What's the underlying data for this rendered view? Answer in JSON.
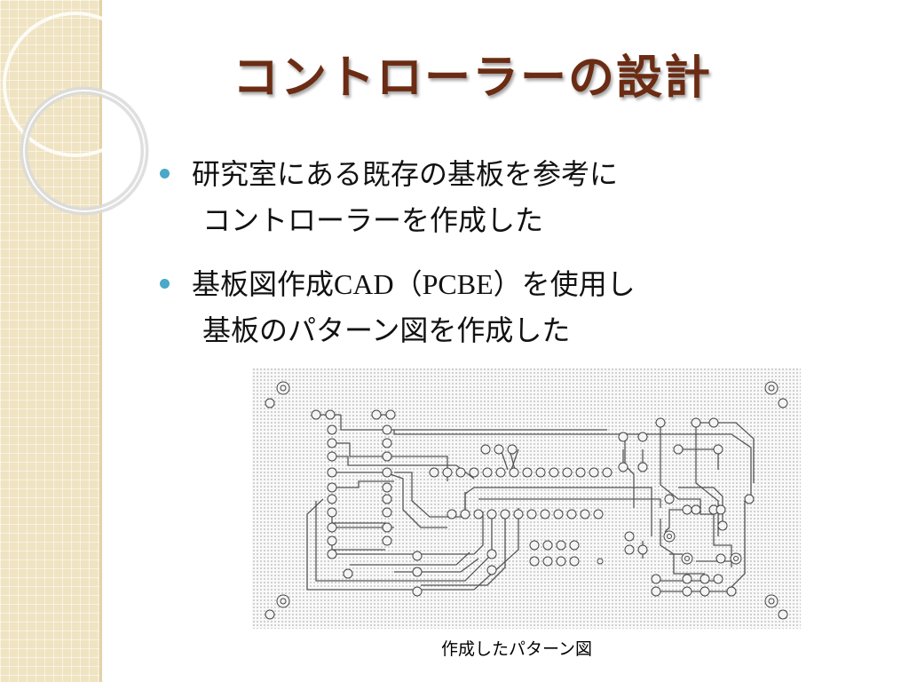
{
  "slide": {
    "title": "コントローラーの設計",
    "bullets": [
      {
        "line1": "研究室にある既存の基板を参考に",
        "line2": "コントローラーを作成した"
      },
      {
        "line1_a": "基板図作成",
        "line1_latin": "CAD（PCBE）",
        "line1_b": "を使用し",
        "line2": "基板のパターン図を作成した"
      }
    ],
    "figure_caption": "作成したパターン図"
  },
  "colors": {
    "title": "#6b2c13",
    "bullet_dot": "#4aa8c8",
    "side_band": "#efe3c1",
    "pcb_trace": "#555555"
  },
  "icons": {
    "bullet": "round-dot",
    "decoration": "overlapping-rings"
  }
}
